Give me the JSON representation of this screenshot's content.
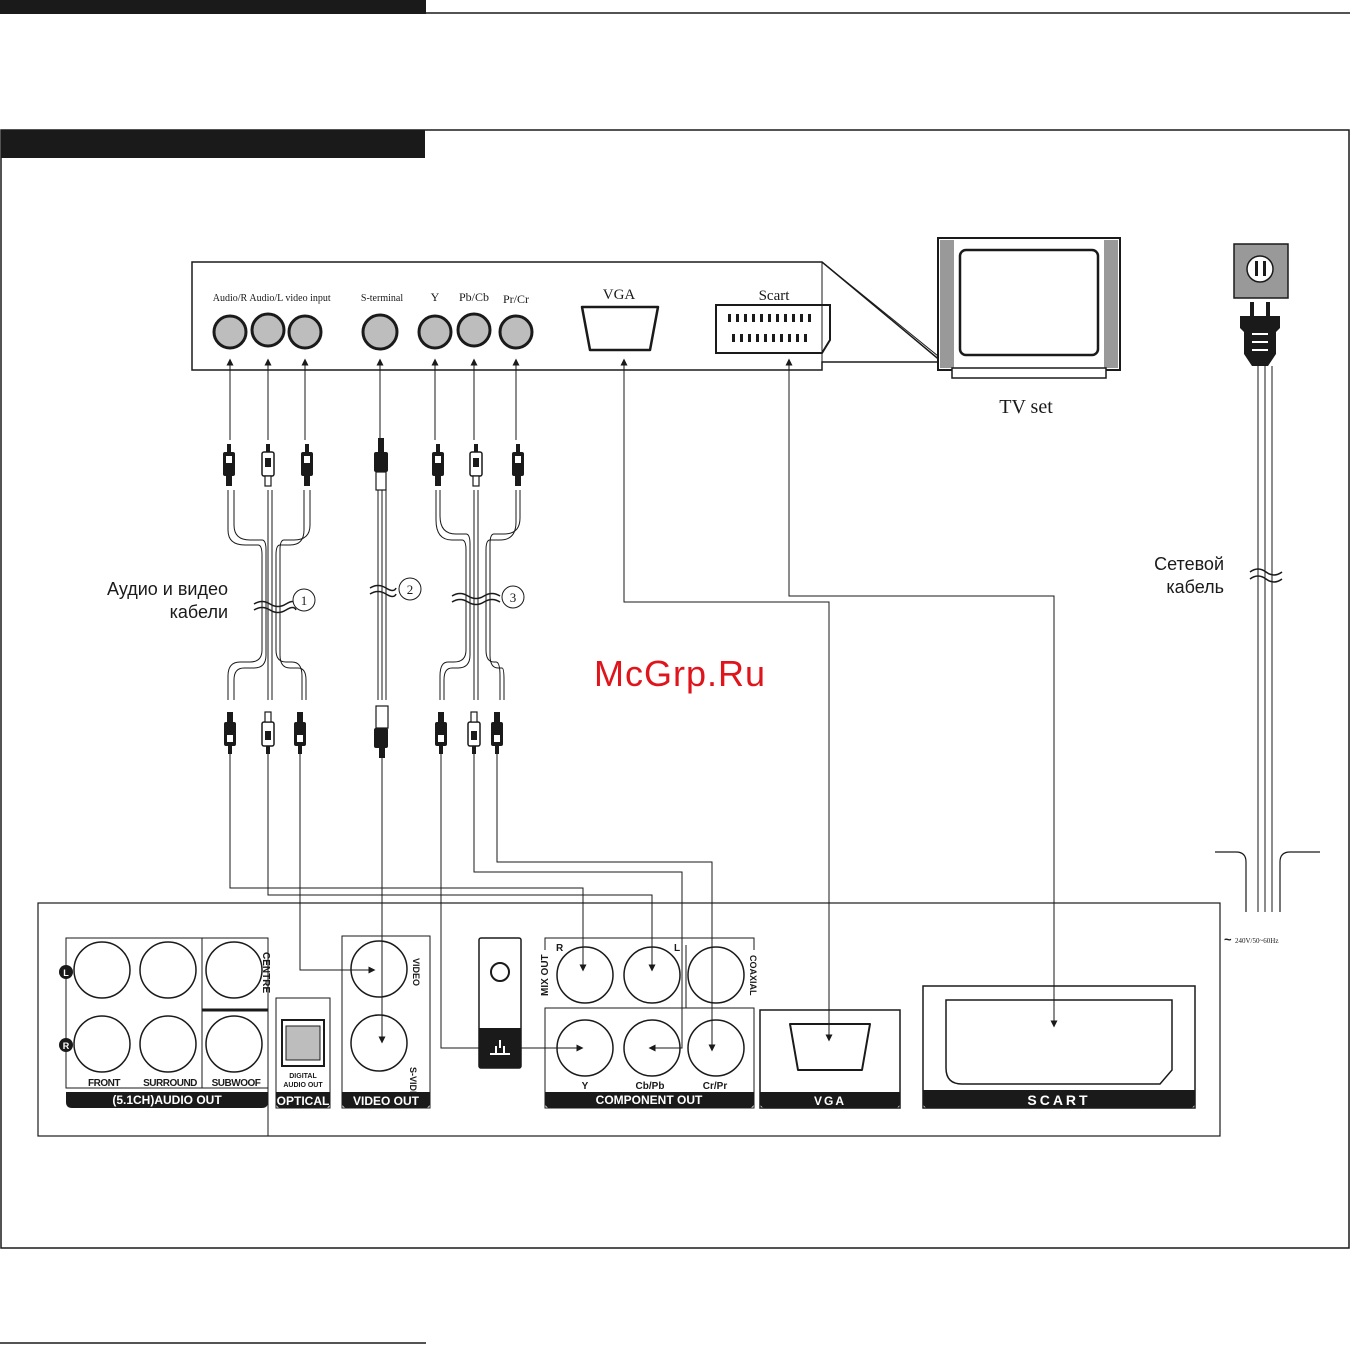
{
  "tv_panel": {
    "labels": {
      "audio_r": "Audio/R",
      "audio_l_video": "Audio/L video input",
      "s_terminal": "S-terminal",
      "y": "Y",
      "pb_cb": "Pb/Cb",
      "pr_cr": "Pr/Cr",
      "vga": "VGA",
      "scart": "Scart"
    },
    "tv_caption": "TV set"
  },
  "cables": {
    "av_label_line1": "Аудио и видео",
    "av_label_line2": "кабели",
    "bundle_numbers": [
      "1",
      "2",
      "3"
    ],
    "power_label_line1": "Сетевой",
    "power_label_line2": "кабель"
  },
  "watermark": "McGrp.Ru",
  "player_panel": {
    "audio_out_label": "(5.1CH)AUDIO OUT",
    "front_label": "FRONT",
    "surround_label": "SURROUND",
    "subwoof_label": "SUBWOOF",
    "centre_label": "CENTRE",
    "l_mark": "L",
    "r_mark": "R",
    "digital_audio_out_line1": "DIGITAL",
    "digital_audio_out_line2": "AUDIO OUT",
    "optical_label": "OPTICAL",
    "video_label": "VIDEO",
    "s_video_label": "S-VIDEO",
    "video_out_label": "VIDEO OUT",
    "mix_out_label": "MIX OUT",
    "mix_r": "R",
    "mix_l": "L",
    "coaxial_label": "COAXIAL",
    "y_label": "Y",
    "cb_pb_label": "Cb/Pb",
    "cr_pr_label": "Cr/Pr",
    "component_out_label": "COMPONENT OUT",
    "vga_label": "VGA",
    "scart_label": "SCART",
    "power_spec": "240V/50~60Hz"
  },
  "colors": {
    "ink": "#1a1a1a",
    "jack_fill": "#bdbdbd",
    "panel_gray": "#999999",
    "watermark_red": "#e0141b"
  }
}
